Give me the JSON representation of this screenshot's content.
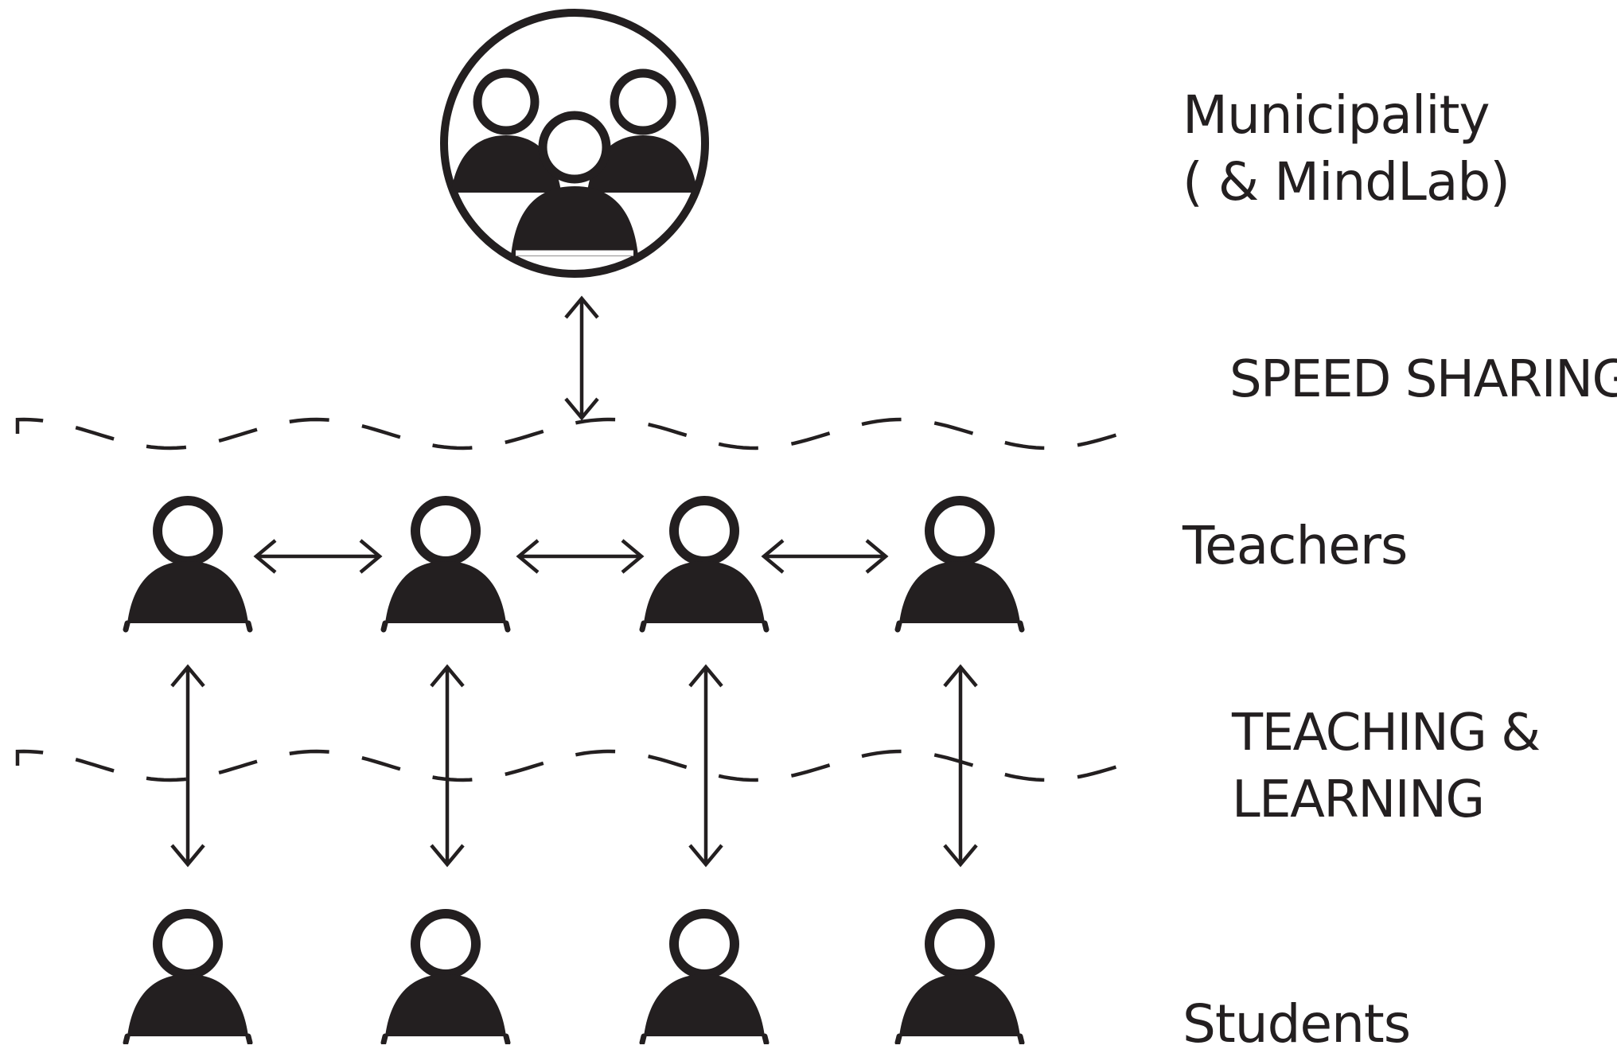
{
  "labels": {
    "municipality": "Municipality",
    "mindlab": "( & MindLab)",
    "speed_sharing": "SPEED SHARING",
    "teachers": "Teachers",
    "teaching_learning_line1": "TEACHING &",
    "teaching_learning_line2": "LEARNING",
    "students": "Students"
  },
  "icons": {
    "municipality": "group-in-circle-icon",
    "teacher": "person-icon",
    "student": "person-icon",
    "arrow": "double-headed-arrow",
    "boundary": "dashed-wavy-line"
  },
  "colors": {
    "ink": "#231f20",
    "background": "#ffffff"
  },
  "counts": {
    "teachers": 4,
    "students": 4
  }
}
